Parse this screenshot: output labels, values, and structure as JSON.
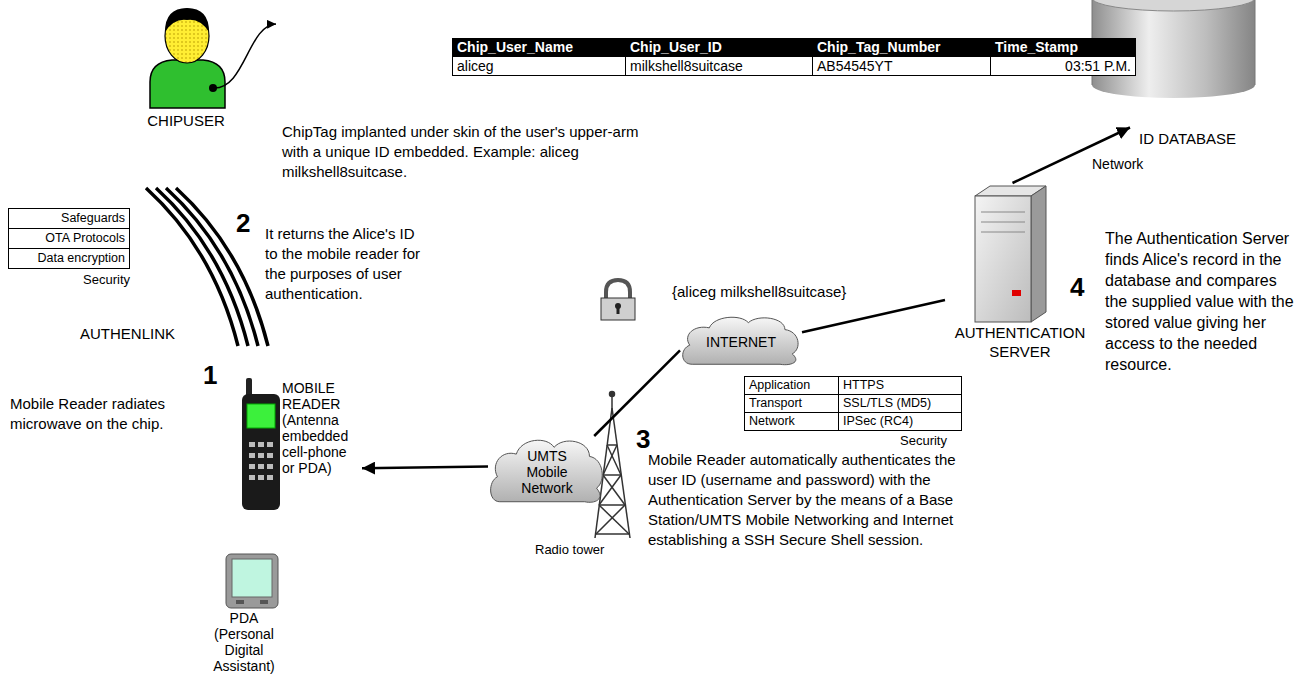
{
  "diagram": {
    "nodes": [
      {
        "text": [
          "CHIPUSER"
        ]
      },
      {
        "text": [
          "MOBILE READER (Antenna embedded cell-phone or PDA)"
        ]
      },
      {
        "text": [
          "PDA (Personal Digital Assistant)"
        ]
      },
      {
        "text": [
          "UMTS Mobile Network"
        ]
      },
      {
        "text": [
          "INTERNET"
        ]
      },
      {
        "text": [
          "AUTHENTICATION SERVER"
        ]
      },
      {
        "text": [
          "ID DATABASE"
        ]
      }
    ],
    "edges": [
      {
        "from": 3,
        "to": 1,
        "arrow": "to"
      },
      {
        "from": 3,
        "to": 4,
        "arrow": "none"
      },
      {
        "from": 4,
        "to": 5,
        "arrow": "none"
      },
      {
        "from": 5,
        "to": 6,
        "arrow": "to",
        "label": "Network"
      }
    ],
    "labels": [
      "Chip_User_Name",
      "Chip_User_ID",
      "Chip_Tag_Number",
      "Time_Stamp",
      "aliceg",
      "milkshell8suitcase",
      "AB54545YT",
      "03:51 P.M.",
      "ChipTag implanted under skin of the user's upper-arm with a unique ID embedded. Example: aliceg milkshell8suitcase.",
      "Safeguards",
      "OTA Protocols",
      "Data encryption",
      "Security",
      "2",
      "It returns the Alice's ID to the mobile reader for the purposes of user authentication.",
      "AUTHENLINK",
      "1",
      "Mobile Reader radiates microwave on the chip.",
      "{aliceg milkshell8suitcase}",
      "Application",
      "HTTPS",
      "Transport",
      "SSL/TLS (MD5)",
      "Network",
      "IPSec (RC4)",
      "Security",
      "Radio tower",
      "3",
      "Mobile Reader automatically authenticates the user ID (username and password) with the Authentication Server by the means of a Base Station/UMTS Mobile Networking and Internet establishing a SSH Secure Shell session.",
      "4",
      "The Authentication Server finds Alice's record in the database and compares the supplied value with the stored value giving her access to the needed resource."
    ]
  }
}
